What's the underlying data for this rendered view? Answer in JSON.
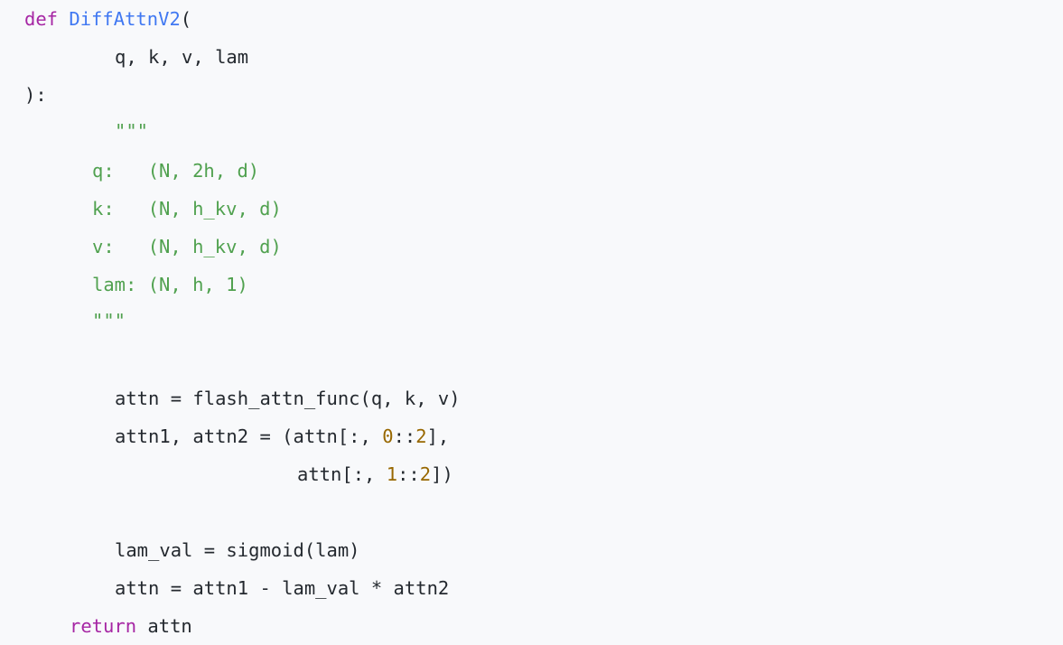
{
  "code": {
    "l1": {
      "kw": "def",
      "name": "DiffAttnV2",
      "open": "("
    },
    "l2": {
      "text": "q, k, v, lam"
    },
    "l3": {
      "text": "):"
    },
    "l4": {
      "doc_open": "\"\"\""
    },
    "l5": {
      "text": "q:   (N, 2h, d)"
    },
    "l6": {
      "text": "k:   (N, h_kv, d)"
    },
    "l7": {
      "text": "v:   (N, h_kv, d)"
    },
    "l8": {
      "text": "lam: (N, h, 1)"
    },
    "l9": {
      "doc_close": "\"\"\""
    },
    "l10": {
      "text": "attn = flash_attn_func(q, k, v)"
    },
    "l11": {
      "a": "attn1, attn2 = (attn[:, ",
      "n1": "0",
      "b": "::",
      "n2": "2",
      "c": "],"
    },
    "l12": {
      "a": "attn[:, ",
      "n1": "1",
      "b": "::",
      "n2": "2",
      "c": "])"
    },
    "l13": {
      "text": "lam_val = sigmoid(lam)"
    },
    "l14": {
      "text": "attn = attn1 - lam_val * attn2"
    },
    "l15": {
      "kw": "return",
      "text": " attn"
    }
  },
  "colors": {
    "background": "#f8f9fb",
    "keyword": "#a626a4",
    "function": "#4078f2",
    "string": "#50a14f",
    "number": "#986801",
    "text": "#24292f"
  }
}
